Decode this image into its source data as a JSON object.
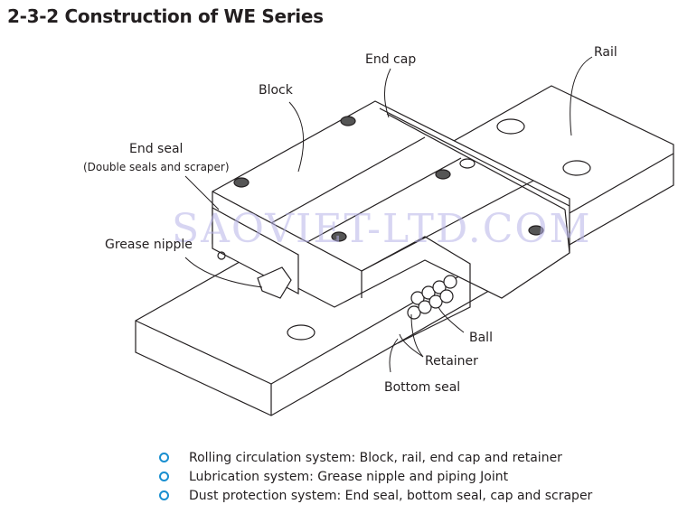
{
  "title": "2-3-2 Construction of WE Series",
  "labels": {
    "end_cap": "End cap",
    "rail": "Rail",
    "block": "Block",
    "end_seal": "End seal",
    "end_seal_note": "(Double seals and scraper)",
    "grease_nipple": "Grease nipple",
    "ball": "Ball",
    "retainer": "Retainer",
    "bottom_seal": "Bottom seal"
  },
  "watermark": "SAOVIET-LTD.COM",
  "systems": [
    {
      "text": "Rolling circulation system: Block, rail, end cap and retainer"
    },
    {
      "text": "Lubrication system: Grease nipple and piping Joint"
    },
    {
      "text": "Dust protection system: End seal, bottom seal, cap and scraper"
    }
  ],
  "colors": {
    "bullet": "#1a8fd0",
    "line": "#231f20"
  }
}
